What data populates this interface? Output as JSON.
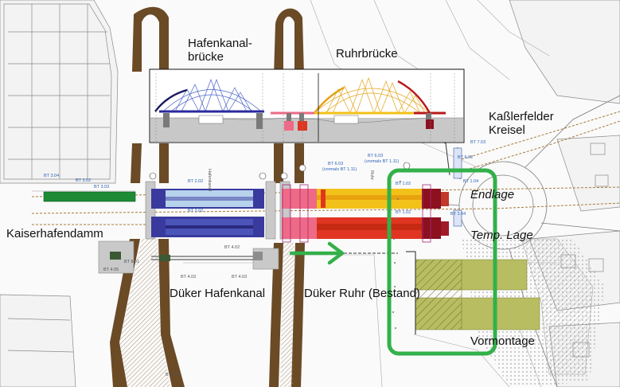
{
  "labels": {
    "hafenkanal_line1": "Hafenkanal-",
    "hafenkanal_line2": "brücke",
    "ruhrbruecke": "Ruhrbrücke",
    "kasslerfelder_line1": "Kaßlerfelder",
    "kasslerfelder_line2": "Kreisel",
    "kaiserhafendamm": "Kaiserhafendamm",
    "endlage": "Endlage",
    "temp_lage": "Temp. Lage",
    "dueker_hafenkanal": "Düker Hafenkanal",
    "dueker_ruhr": "Düker Ruhr",
    "bestand": "(Bestand)",
    "vormontage": "Vormontage"
  },
  "building_codes": {
    "bt_302_top": "BT 3.02",
    "bt_303": "BT 3.03",
    "bt_304": "BT 3.04",
    "bt_202_top": "BT 2.02",
    "bt_202_bottom": "BT 2.02",
    "bt_102_top": "BT 1.02",
    "bt_102_bottom": "BT 1.02",
    "bt_603": "BT 6.03",
    "bt_603_note": "(vormals BT 1.11)",
    "bt_603_b": "BT 6.03",
    "bt_603_b_note": "(vormals BT 1.11)",
    "bt_104": "BT 1.04",
    "bt_104_b": "BT 1.04",
    "bt_402": "BT 4.02",
    "bt_403_a": "BT 4.03",
    "bt_403_b": "BT 4.03",
    "bt_405": "BT 4.05",
    "bt_801": "BT 8.01",
    "bt_606": "BT 6.06",
    "bt_703": "BT 7.03",
    "bt_602": "BT 6.02",
    "hafenkanal_vertical": "Hafenkanal",
    "ruhr_vertical": "Ruhr"
  },
  "colors": {
    "river_brown": "#6b4a26",
    "hafenkanal_bridge_dark": "#3a3a9e",
    "hafenkanal_bridge_light": "#b7d3ec",
    "ruhr_bridge_pink": "#ee6a86",
    "ruhr_bridge_yellow": "#f2c21a",
    "ruhr_bridge_red": "#e03520",
    "endlage_dark_red": "#8c1020",
    "kaiserhafendamm_green": "#1e8a36",
    "vormontage_olive": "#b8bd62",
    "highlight_green": "#33b04a",
    "elevation_gray": "#c8c8c8"
  }
}
